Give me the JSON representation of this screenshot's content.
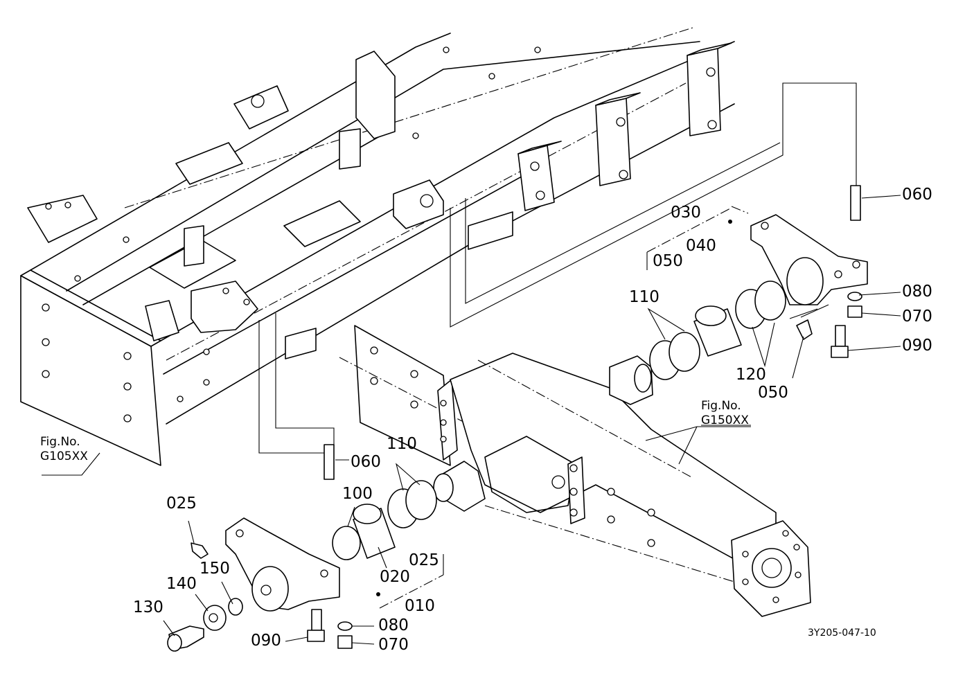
{
  "figure_refs": {
    "frame": {
      "line1": "Fig.No.",
      "line2": "G105XX"
    },
    "axle": {
      "line1": "Fig.No.",
      "line2": "G150XX"
    }
  },
  "part_labels": {
    "p060_right": "060",
    "p030": "030",
    "p040": "040",
    "p050_upper": "050",
    "p110_right": "110",
    "p080_right": "080",
    "p070_right": "070",
    "p090_right": "090",
    "p120": "120",
    "p050_lower": "050",
    "p060_left": "060",
    "p110_left": "110",
    "p100": "100",
    "p025_top": "025",
    "p025_mid": "025",
    "p020": "020",
    "p010": "010",
    "p140": "140",
    "p150": "150",
    "p130": "130",
    "p090_left": "090",
    "p080_left": "080",
    "p070_left": "070"
  },
  "drawing_code": "3Y205-047-10"
}
